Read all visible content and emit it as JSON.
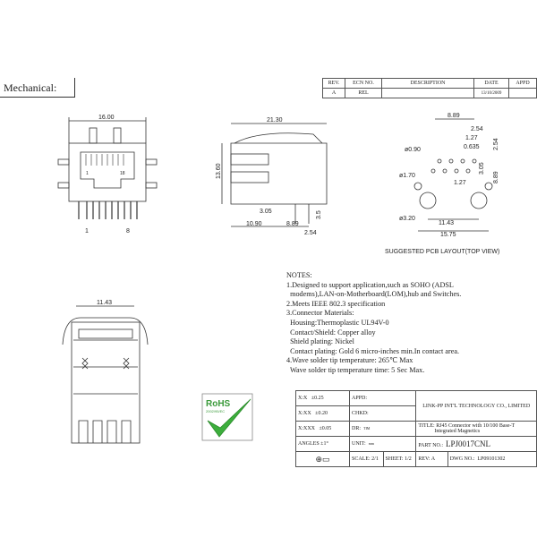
{
  "header": {
    "section_label": "Mechanical:"
  },
  "revision_table": {
    "headers": [
      "REV.",
      "ECN NO.",
      "DESCRIPTION",
      "DATE",
      "APPD"
    ],
    "rows": [
      [
        "A",
        "REL",
        "",
        "13/10/2009",
        ""
      ]
    ]
  },
  "front_view": {
    "width_dim": "16.00",
    "pin1": "1",
    "pin8": "8",
    "label_1": "1",
    "label_18": "18"
  },
  "side_view": {
    "dims": [
      "21.30",
      "13.60",
      "3.5",
      "3.05",
      "2.54",
      "10.90",
      "8.89"
    ]
  },
  "pcb_layout": {
    "dims": [
      "8.89",
      "2.54",
      "1.27",
      "0.635",
      "2.54",
      "3.05",
      "8.89",
      "1.27",
      "11.43",
      "15.75"
    ],
    "holes": [
      "ø0.90",
      "ø1.70",
      "ø3.20"
    ],
    "caption": "SUGGESTED PCB LAYOUT(TOP VIEW)"
  },
  "bottom_view": {
    "width_dim": "11.43"
  },
  "notes": {
    "title": "NOTES:",
    "lines": [
      "1.Designed to support application,such as SOHO (ADSL",
      "  modems),LAN-on-Motherboard(LOM),hub and Switches.",
      "2.Meets IEEE 802.3 specification",
      "3.Connector Materials:",
      "  Housing:Thermoplastic UL94V-0",
      "  Contact/Shield: Copper alloy",
      "  Shield plating: Nickel",
      "  Contact plating: Gold 6 micro-inches min.In contact area.",
      "4.Wave solder tip temperature: 265℃ Max",
      "  Wave solder tip temperature time: 5 Sec Max."
    ]
  },
  "rohs": {
    "label": "RoHS",
    "sub": "2002/95/EC"
  },
  "title_block": {
    "tol1": "X:X",
    "tol1v": "±0.25",
    "tol2": "X:XX",
    "tol2v": "±0.20",
    "tol3": "X:XXX",
    "tol3v": "±0.05",
    "angles": "ANGLES ±1°",
    "appd": "APPD:",
    "chkd": "CHKD:",
    "dr": "DR:",
    "dr_v": "TIM",
    "unit": "UNIT:",
    "unit_v": "mm",
    "company": "LINK-PP INT'L TECHNOLOGY CO., LIMITED",
    "title": "TITLE: RJ45 Connector with 10/100 Base-T",
    "title2": "Integrated Magnetics",
    "part_label": "PART NO.:",
    "part_no": "LPJ0017CNL",
    "scale": "SCALE:",
    "scale_v": "2/1",
    "sheet": "SHEET:",
    "sheet_v": "1/2",
    "rev": "REV:",
    "rev_v": "A",
    "dwg": "DWG NO.:",
    "dwg_v": "LP09101302"
  }
}
